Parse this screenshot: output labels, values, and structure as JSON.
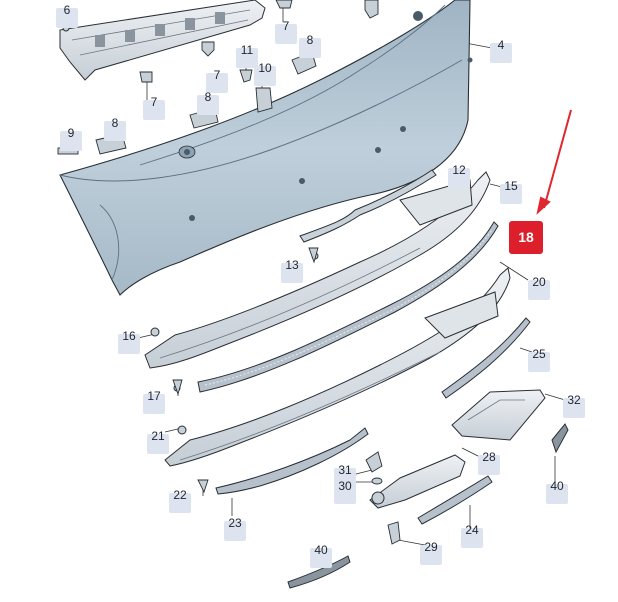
{
  "diagram": {
    "highlight": {
      "label": "18",
      "color": "#dc1f2b"
    },
    "callouts": [
      {
        "id": "c6",
        "label": "6"
      },
      {
        "id": "c7a",
        "label": "7"
      },
      {
        "id": "c8a",
        "label": "8"
      },
      {
        "id": "c4",
        "label": "4"
      },
      {
        "id": "c11",
        "label": "11"
      },
      {
        "id": "c10",
        "label": "10"
      },
      {
        "id": "c7b",
        "label": "7"
      },
      {
        "id": "c7c",
        "label": "7"
      },
      {
        "id": "c8b",
        "label": "8"
      },
      {
        "id": "c9",
        "label": "9"
      },
      {
        "id": "c8c",
        "label": "8"
      },
      {
        "id": "c12",
        "label": "12"
      },
      {
        "id": "c15",
        "label": "15"
      },
      {
        "id": "c13",
        "label": "13"
      },
      {
        "id": "c20",
        "label": "20"
      },
      {
        "id": "c16",
        "label": "16"
      },
      {
        "id": "c25",
        "label": "25"
      },
      {
        "id": "c17",
        "label": "17"
      },
      {
        "id": "c32",
        "label": "32"
      },
      {
        "id": "c21",
        "label": "21"
      },
      {
        "id": "c28",
        "label": "28"
      },
      {
        "id": "c31",
        "label": "31"
      },
      {
        "id": "c30",
        "label": "30"
      },
      {
        "id": "c40a",
        "label": "40"
      },
      {
        "id": "c22",
        "label": "22"
      },
      {
        "id": "c23",
        "label": "23"
      },
      {
        "id": "c24",
        "label": "24"
      },
      {
        "id": "c29",
        "label": "29"
      },
      {
        "id": "c40b",
        "label": "40"
      }
    ],
    "colors": {
      "bumper_fill": "#b8c9d6",
      "bumper_dark": "#7f97a8",
      "part_fill": "#d9dfe5",
      "outline": "#2a2f36",
      "callout_bg": "#dde4ef",
      "arrow": "#e0262f"
    }
  }
}
